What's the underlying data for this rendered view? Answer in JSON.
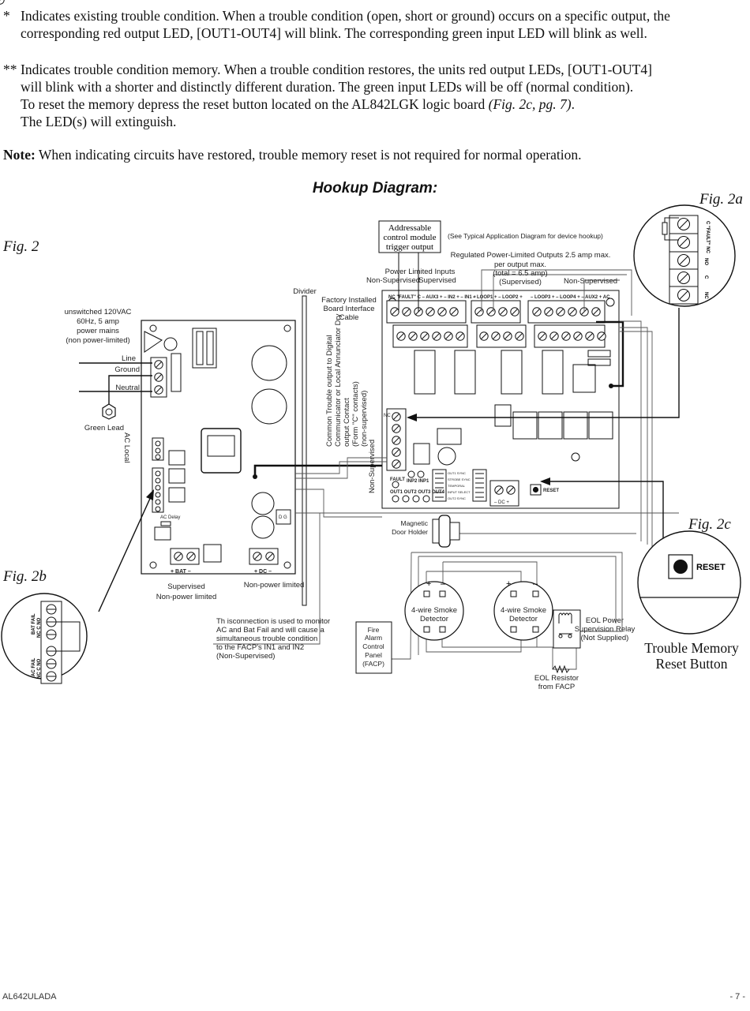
{
  "notes": {
    "note1_mark": "*",
    "note1_line1": "Indicates existing trouble condition. When a trouble condition (open, short or ground) occurs on a specific output, the",
    "note1_line2": "corresponding red output LED, [OUT1-OUT4] will blink. The corresponding green input LED will blink as well.",
    "note2_mark": "**",
    "note2_line1": "Indicates trouble condition memory. When a trouble condition restores, the units red output LEDs, [OUT1-OUT4]",
    "note2_line2": "will blink with a shorter and distinctly different duration. The green input LEDs will be off (normal condition).",
    "note2_line3a": "To reset the memory depress the reset button located on the AL842LGK logic board ",
    "note2_line3b": "(Fig. 2c, pg. 7)",
    "note2_line3c": ".",
    "note2_line4": "The LED(s) will extinguish.",
    "note3_bold": "Note:",
    "note3_text": " When indicating circuits have restored, trouble memory reset is not required for normal operation."
  },
  "diagram": {
    "title": "Hookup Diagram:",
    "fig2": "Fig. 2",
    "fig2a": "Fig. 2a",
    "fig2b": "Fig. 2b",
    "fig2c": "Fig. 2c",
    "mains": [
      "unswitched 120VAC",
      "60Hz, 5 amp",
      "power mains",
      "(non power-limited)"
    ],
    "line": "Line",
    "ground": "Ground",
    "neutral": "Neutral",
    "green_lead": "Green Lead",
    "ac_local": "AC Local",
    "divider": "Divider",
    "factory_cable": [
      "Factory Installed",
      "Board Interface",
      "Cable"
    ],
    "addressable": [
      "Addressable",
      "control module",
      "trigger output"
    ],
    "see_typical": "(See Typical Application Diagram for device hookup)",
    "regulated": [
      "Regulated Power-Limited Outputs 2.5 amp max.",
      "per output max.",
      "(total = 6.5 amp)",
      "(Supervised)"
    ],
    "power_limited_inputs": "Power Limited Inputs",
    "non_supervised_inputs": "Non-Supervised",
    "supervised_inputs": "Supervised",
    "non_supervised_out": "Non-Supervised",
    "common_trouble": [
      "Common Trouble output to Digital",
      "Communicator or Local Annunciator Dry",
      "output Contact",
      "(Form \"C\" contacts)",
      "(non-supervised)"
    ],
    "non_supervised_vert": "Non-Supervised",
    "fault": "FAULT",
    "inp_labels": "INP2 INP1",
    "out_labels": "OUT1 OUT2 OUT3 OUT4",
    "reset": "RESET",
    "magnetic": [
      "Magnetic",
      "Door Holder"
    ],
    "bat": "+ BAT –",
    "dc": "+ DC –",
    "supervised_bat": [
      "Supervised",
      "Non-power limited"
    ],
    "non_power_limited_dc": "Non-power limited",
    "connection_note": [
      "Th  isconnection is used to monitor",
      "AC and Bat Fail and will cause a",
      "simultaneous trouble condition",
      "to the FACP's IN1 and IN2",
      "(Non-Supervised)"
    ],
    "facp": [
      "Fire",
      "Alarm",
      "Control",
      "Panel",
      "(FACP)"
    ],
    "smoke1": [
      "4-wire Smoke",
      "Detector"
    ],
    "smoke2": [
      "4-wire Smoke",
      "Detector"
    ],
    "eol_relay": [
      "EOL Power",
      "Supervision Relay",
      "(Not Supplied)"
    ],
    "eol_resistor": [
      "EOL Resistor",
      "from FACP"
    ],
    "fig2a_terms": "C \"FAULT\" NC",
    "fig2a_no": "NO",
    "fig2a_c": "C",
    "fig2a_nc": "NC",
    "fig2b_bat": "BAT FAIL",
    "fig2b_ac": "AC FAIL",
    "fig2b_ncno": "NC  C  NO",
    "fig2c_reset": "RESET",
    "trouble_memory": [
      "Trouble Memory",
      "Reset Button"
    ],
    "ac_delay": "AC Delay"
  },
  "footer": {
    "left": "AL642ULADA",
    "right": "- 7 -"
  }
}
